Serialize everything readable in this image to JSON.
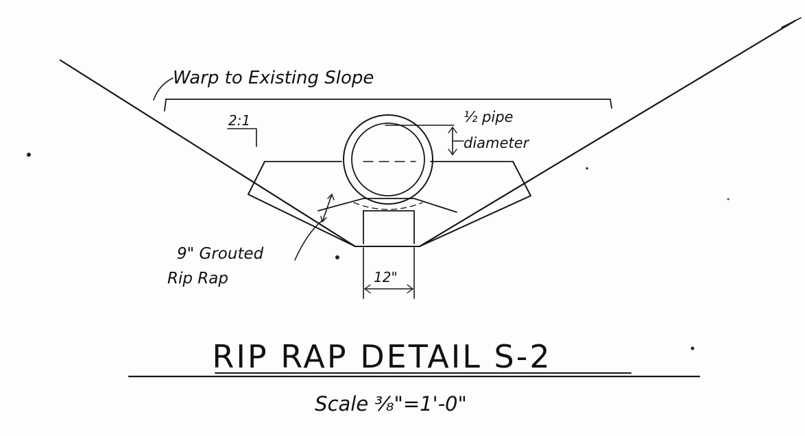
{
  "drawing": {
    "slope_note": "Warp to Existing Slope",
    "slope_ratio": "2:1",
    "pipe_note_line1": "½ pipe",
    "pipe_note_line2": "diameter",
    "riprap_note_line1": "9\" Grouted",
    "riprap_note_line2": "Rip Rap",
    "width_dim": "12\"",
    "title": "RIP RAP DETAIL S-2",
    "scale": "Scale ³⁄₈\"=1'-0\""
  },
  "colors": {
    "ink": "#161616",
    "paper": "#fdfdfd"
  }
}
